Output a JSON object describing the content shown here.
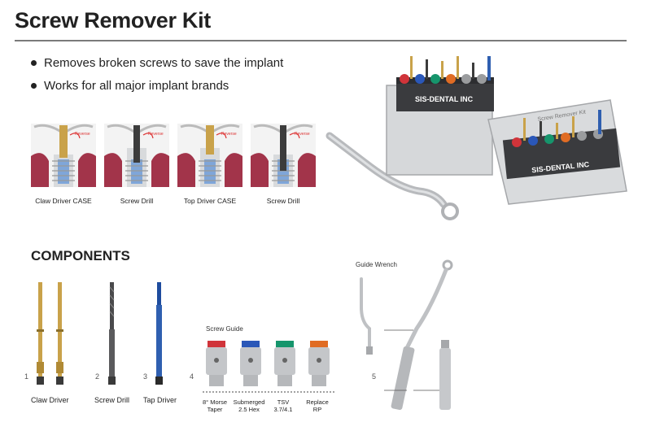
{
  "header": {
    "title": "Screw Remover Kit"
  },
  "bullets": [
    "Removes broken screws to save the implant",
    "Works for all major implant brands"
  ],
  "procedures": [
    {
      "caption": "Claw Driver CASE",
      "tag": "Reverse"
    },
    {
      "caption": "Screw Drill",
      "tag": "Reverse"
    },
    {
      "caption": "Top Driver CASE",
      "tag": "Reverse"
    },
    {
      "caption": "Screw Drill",
      "tag": "Reverse"
    }
  ],
  "kit_box": {
    "front_label": "SIS-DENTAL INC",
    "back_label": "SIS-DENTAL INC",
    "lid_label": "Screw Remover Kit"
  },
  "components": {
    "section_title": "COMPONENTS",
    "items": [
      {
        "number": "1",
        "label": "Claw Driver"
      },
      {
        "number": "2",
        "label": "Screw Drill"
      },
      {
        "number": "3",
        "label": "Tap Driver"
      },
      {
        "number": "4",
        "label": ""
      },
      {
        "number": "5",
        "label": ""
      }
    ],
    "screw_guide": {
      "title": "Screw Guide",
      "guides": [
        {
          "label_line1": "8° Morse",
          "label_line2": "Taper",
          "color": "#d0343a"
        },
        {
          "label_line1": "Submerged",
          "label_line2": "2.5 Hex",
          "color": "#2a57b8"
        },
        {
          "label_line1": "TSV",
          "label_line2": "3.7/4.1",
          "color": "#16956c"
        },
        {
          "label_line1": "Replace",
          "label_line2": "RP",
          "color": "#e06c24"
        }
      ]
    },
    "guide_wrench": {
      "title": "Guide Wrench"
    }
  },
  "colors": {
    "gold": "#c9a24a",
    "tap_blue": "#2f5fb0",
    "gum": "#a2344a",
    "steel": "#c4c6c9"
  }
}
